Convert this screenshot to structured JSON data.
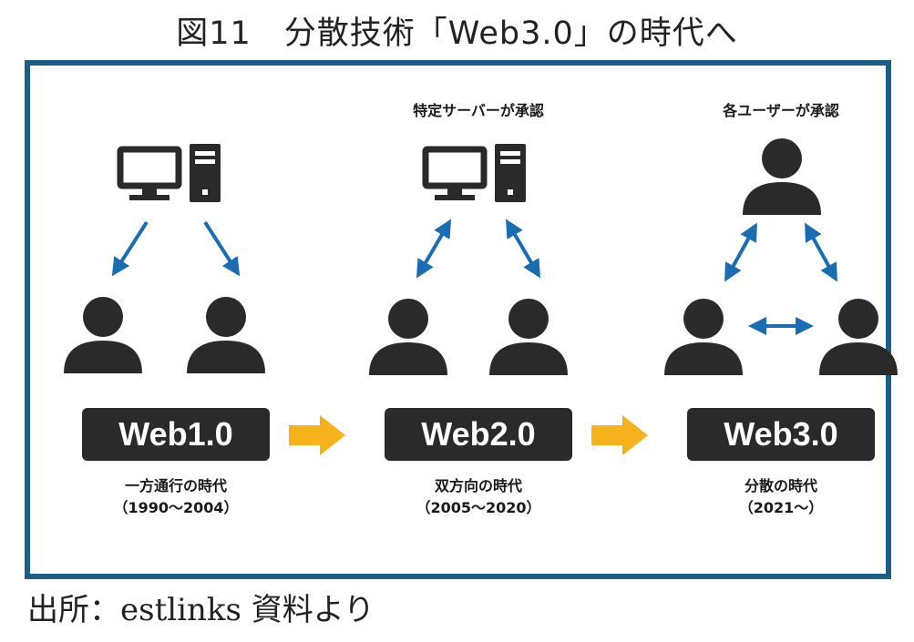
{
  "figure": {
    "title": "図11　分散技術「Web3.0」の時代へ",
    "source": "出所：estlinks 資料より"
  },
  "stages": [
    {
      "top_caption": "",
      "label": "Web1.0",
      "era_name": "一方通行の時代",
      "era_years": "（1990～2004）"
    },
    {
      "top_caption": "特定サーバーが承認",
      "label": "Web2.0",
      "era_name": "双方向の時代",
      "era_years": "（2005～2020）"
    },
    {
      "top_caption": "各ユーザーが承認",
      "label": "Web3.0",
      "era_name": "分散の時代",
      "era_years": "（2021～）"
    }
  ],
  "colors": {
    "frame": "#1d5f84",
    "arrow_blue": "#1a6db3",
    "arrow_flow": "#f5b21b",
    "icon": "#2a2a2a",
    "pill": "#2a2a2a"
  }
}
